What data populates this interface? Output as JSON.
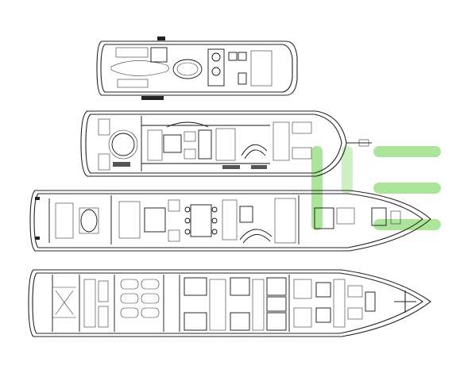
{
  "diagram": {
    "decks": [
      {
        "id": "sun-deck"
      },
      {
        "id": "bridge-deck"
      },
      {
        "id": "main-deck"
      },
      {
        "id": "lower-deck"
      }
    ]
  },
  "watermark": {
    "color": "#9fe08a",
    "icon": "watermark-logo-icon"
  },
  "colors": {
    "line": "#222222",
    "background": "#ffffff"
  }
}
